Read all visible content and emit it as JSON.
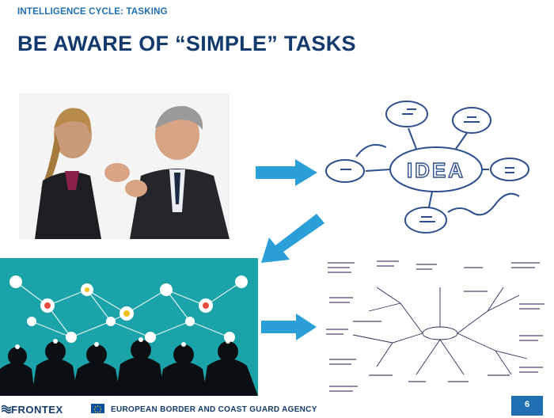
{
  "header": {
    "kicker": "INTELLIGENCE CYCLE:  TASKING",
    "title": "BE AWARE OF “SIMPLE” TASKS"
  },
  "diagram": {
    "idea_label": "IDEA"
  },
  "footer": {
    "brand": "FRONTEX",
    "agency": "EUROPEAN BORDER AND COAST GUARD AGENCY",
    "page_number": "6"
  },
  "colors": {
    "title": "#123a6d",
    "kicker": "#1f6fb2",
    "arrow": "#2a9fd8",
    "teal_panel": "#1aa3a9"
  }
}
